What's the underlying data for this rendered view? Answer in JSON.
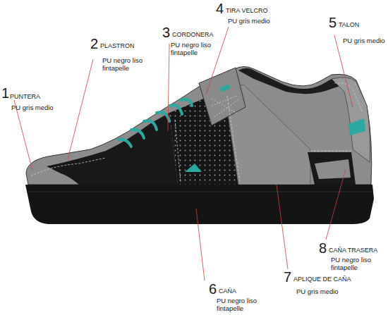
{
  "diagram": {
    "labels": [
      "1",
      "PUNTERA",
      "PU gris medio",
      "2",
      "PLASTRON",
      "PU negro liso fintapelle",
      "3",
      "CORDONERA",
      "PU negro liso fintapelle",
      "4",
      "TIRA VELCRO",
      "PU gris medio",
      "5",
      "TALON",
      "PU gris medio",
      "8",
      "CAÑA TRASERA",
      "PU negro liso fintapelle",
      "7",
      "APLIQUE DE CAÑA",
      "PU gris medio",
      "6",
      "CAÑA",
      "PU negro liso fintapelle"
    ]
  }
}
